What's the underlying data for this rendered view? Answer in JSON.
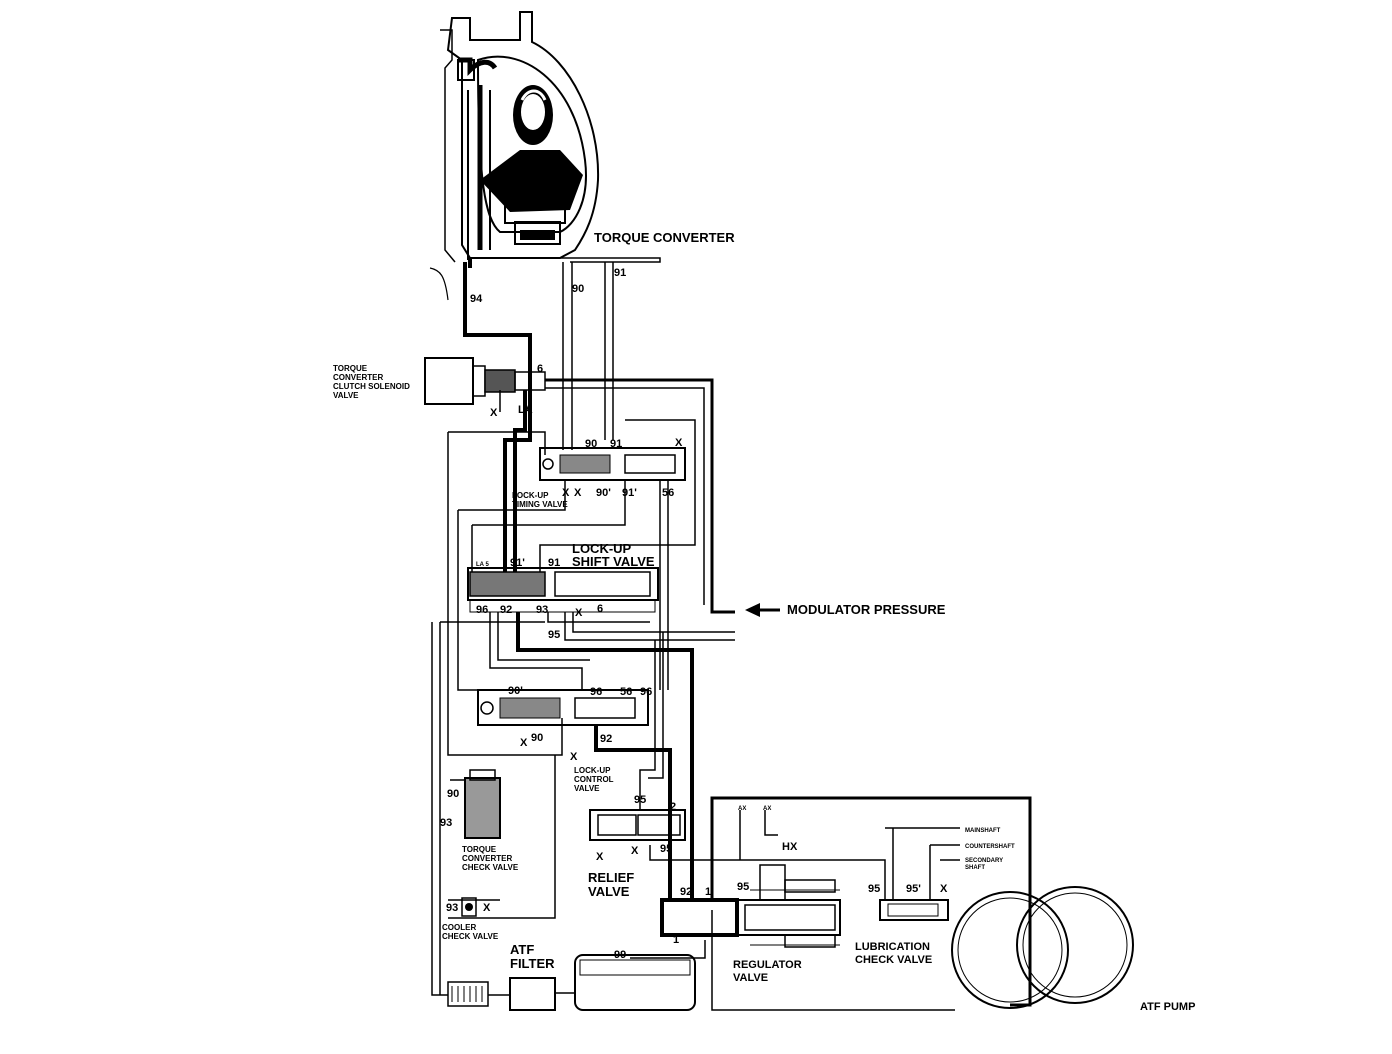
{
  "labels": {
    "torque_converter": "TORQUE CONVERTER",
    "tcc_solenoid": [
      "TORQUE",
      "CONVERTER",
      "CLUTCH SOLENOID",
      "VALVE"
    ],
    "lockup_timing": [
      "LOCK-UP",
      "TIMING VALVE"
    ],
    "lockup_shift": [
      "LOCK-UP",
      "SHIFT VALVE"
    ],
    "modulator": "MODULATOR PRESSURE",
    "lockup_control": [
      "LOCK-UP",
      "CONTROL",
      "VALVE"
    ],
    "tc_check": [
      "TORQUE",
      "CONVERTER",
      "CHECK VALVE"
    ],
    "relief": [
      "RELIEF",
      "VALVE"
    ],
    "cooler_check": [
      "COOLER",
      "CHECK VALVE"
    ],
    "atf_filter": [
      "ATF",
      "FILTER"
    ],
    "regulator": [
      "REGULATOR",
      "VALVE"
    ],
    "lubrication": [
      "LUBRICATION",
      "CHECK VALVE"
    ],
    "atf_pump": "ATF PUMP",
    "mainshaft": "MAINSHAFT",
    "countershaft": "COUNTERSHAFT",
    "secondary": [
      "SECONDARY",
      "SHAFT"
    ],
    "hx": "HX"
  },
  "ports": {
    "p94": "94",
    "p90": "90",
    "p91": "91",
    "p6a": "6",
    "pX": "X",
    "pLA": "LA",
    "p90b": "90",
    "p91b": "91",
    "p90p": "90'",
    "p91p": "91'",
    "p56": "56",
    "p91c": "91",
    "p91pb": "91'",
    "pLA5": "LA 5",
    "p96": "96",
    "p92": "92",
    "p93": "93",
    "p6b": "6",
    "p95": "95",
    "p90pc": "90'",
    "p96b": "96",
    "p56b": "56",
    "p96c": "96",
    "p90c": "90",
    "p92b": "92",
    "p90d": "90",
    "p93b": "93",
    "p93c": "93",
    "p95b": "95",
    "p2": "2",
    "p95c": "95",
    "p92c": "92",
    "p1": "1",
    "p1b": "1",
    "p95d": "95",
    "p99": "99",
    "p95e": "95",
    "p95pf": "95'",
    "pAX": "AX"
  }
}
